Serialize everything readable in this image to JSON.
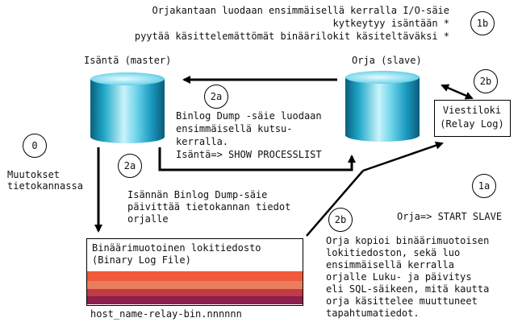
{
  "top_note": {
    "line1": "Orjakantaan luodaan ensimmäisellä kerralla I/O-säie",
    "line2": "kytkeytyy isäntään *",
    "line3": "pyytää käsittelemättömät binäärilokit käsiteltäväksi *"
  },
  "master_label": "Isäntä (master)",
  "slave_label": "Orja (slave)",
  "steps": {
    "step_1b": "1b",
    "step_2a_top": "2a",
    "step_2b_top": "2b",
    "step_0": "0",
    "step_2a_left": "2a",
    "step_1a": "1a",
    "step_2b_bottom": "2b"
  },
  "binlog_dump_note": {
    "line1": "Binlog Dump -säie luodaan",
    "line2": "ensimmäisellä kutsu-",
    "line3": "kerralla.",
    "line4": "Isäntä=> SHOW PROCESSLIST"
  },
  "relay_log_box": {
    "line1": "Viestiloki",
    "line2": "(Relay Log)"
  },
  "changes_note": {
    "line1": "Muutokset",
    "line2": "tietokannassa"
  },
  "master_dump_note": {
    "line1": "Isännän Binlog Dump-säie",
    "line2": "päivittää tietokannan tiedot",
    "line3": "orjalle"
  },
  "start_slave": "Orja=> START SLAVE",
  "binary_log_file": {
    "line1": "Binäärimuotoinen lokitiedosto",
    "line2": "(Binary Log File)",
    "filename": "host_name-relay-bin.nnnnnn",
    "stripe_colors": [
      "#f0593a",
      "#e97e5e",
      "#bf3c44",
      "#8e1f4e"
    ]
  },
  "slave_copy_note": {
    "line1": "Orja kopioi binäärimuotoisen",
    "line2": "lokitiedoston, sekä luo",
    "line3": "ensimmäisellä kerralla",
    "line4": "orjalle Luku- ja päivitys",
    "line5": "eli SQL-säikeen, mitä kautta",
    "line6": "orja käsittelee muuttuneet",
    "line7": "tapahtumatiedot."
  }
}
